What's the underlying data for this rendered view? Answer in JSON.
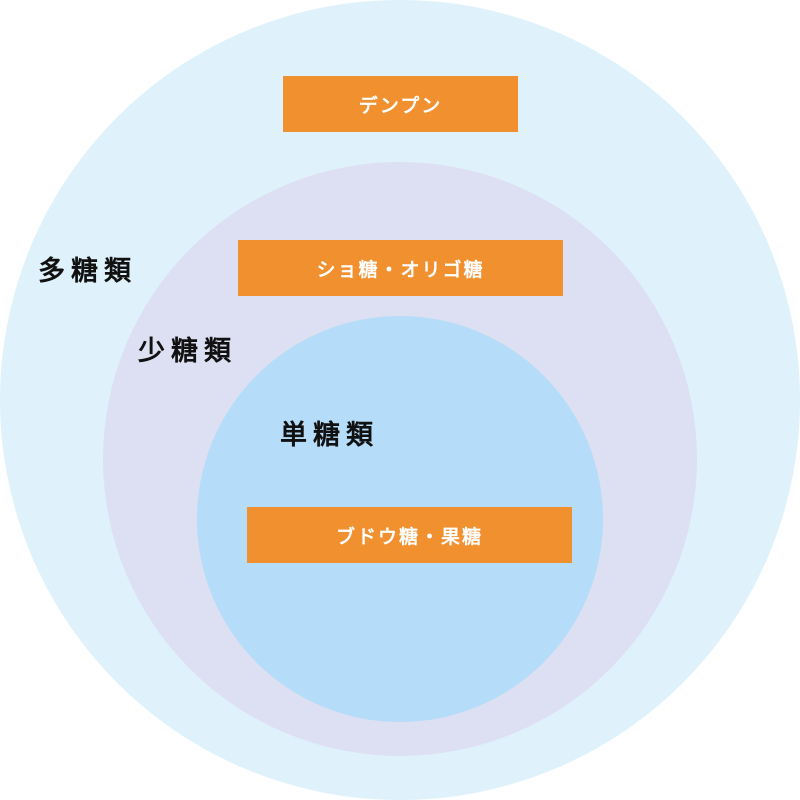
{
  "categories": [
    {
      "name": "多糖類",
      "example": "デンプン",
      "color": "#dff2fb"
    },
    {
      "name": "少糖類",
      "example": "ショ糖・オリゴ糖",
      "color": "#dde0f3"
    },
    {
      "name": "単糖類",
      "example": "ブドウ糖・果糖",
      "color": "#b5dcf8"
    }
  ],
  "box_color": "#f0902f"
}
